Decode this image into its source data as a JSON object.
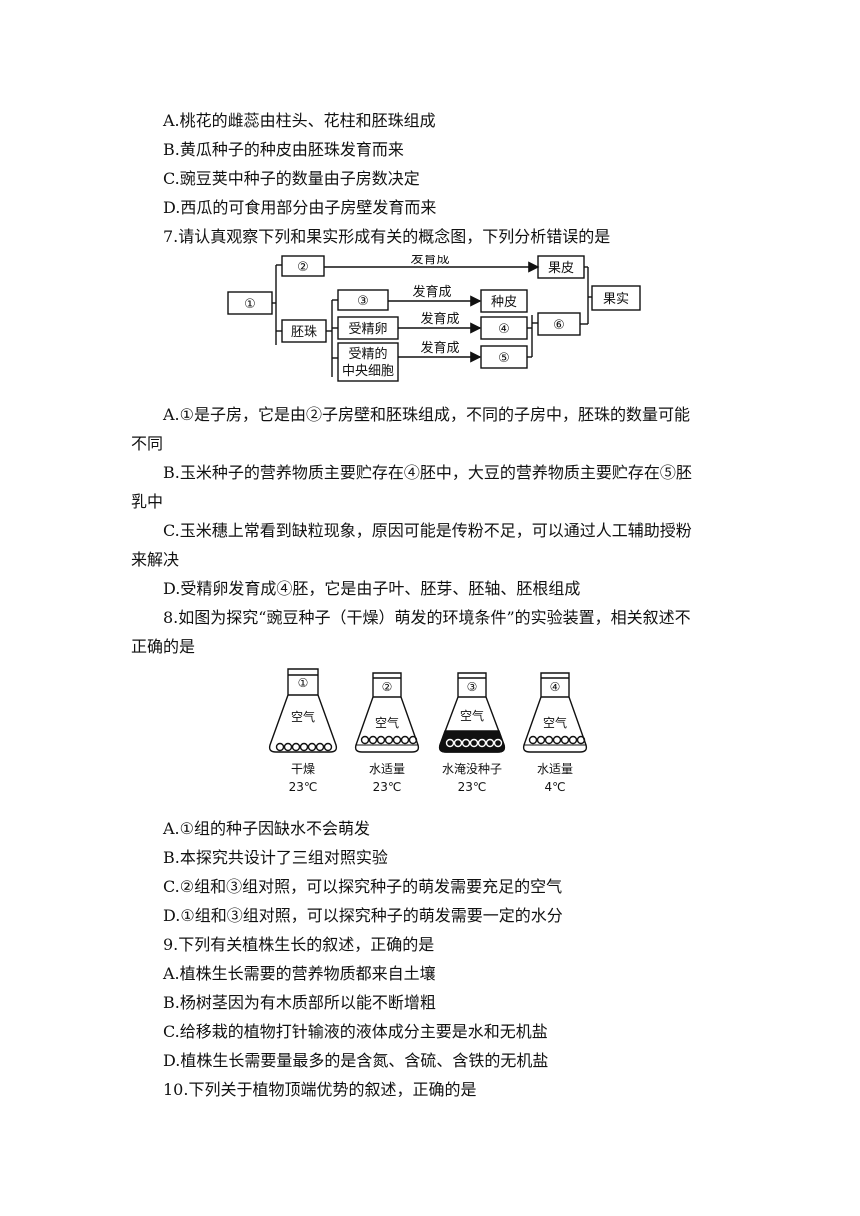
{
  "q6": {
    "options": [
      "A.桃花的雌蕊由柱头、花柱和胚珠组成",
      "B.黄瓜种子的种皮由胚珠发育而来",
      "C.豌豆荚中种子的数量由子房数决定",
      "D.西瓜的可食用部分由子房壁发育而来"
    ]
  },
  "q7": {
    "stem": "7.请认真观察下列和果实形成有关的概念图，下列分析错误的是",
    "diagram": {
      "node_1": "①",
      "node_2": "②",
      "node_ovule": "胚珠",
      "node_3": "③",
      "node_fert_egg": "受精卵",
      "node_fert_central_1": "受精的",
      "node_fert_central_2": "中央细胞",
      "arrow_label": "发育成",
      "node_peel": "果皮",
      "node_seedcoat": "种皮",
      "node_4": "④",
      "node_5": "⑤",
      "node_6": "⑥",
      "node_fruit": "果实"
    },
    "options": [
      "A.①是子房，它是由②子房壁和胚珠组成，不同的子房中，胚珠的数量可能",
      "不同",
      "B.玉米种子的营养物质主要贮存在④胚中，大豆的营养物质主要贮存在⑤胚",
      "乳中",
      "C.玉米穗上常看到缺粒现象，原因可能是传粉不足，可以通过人工辅助授粉",
      "来解决",
      "D.受精卵发育成④胚，它是由子叶、胚芽、胚轴、胚根组成"
    ]
  },
  "q8": {
    "stem_1": "8.如图为探究“豌豆种子（干燥）萌发的环境条件”的实验装置，相关叙述不",
    "stem_2": "正确的是",
    "flasks": [
      {
        "num": "①",
        "air": "空气",
        "cond": "干燥",
        "temp": "23℃"
      },
      {
        "num": "②",
        "air": "空气",
        "cond": "水适量",
        "temp": "23℃"
      },
      {
        "num": "③",
        "air": "空气",
        "cond": "水淹没种子",
        "temp": "23℃"
      },
      {
        "num": "④",
        "air": "空气",
        "cond": "水适量",
        "temp": "4℃"
      }
    ],
    "options": [
      "A.①组的种子因缺水不会萌发",
      "B.本探究共设计了三组对照实验",
      "C.②组和③组对照，可以探究种子的萌发需要充足的空气",
      "D.①组和③组对照，可以探究种子的萌发需要一定的水分"
    ]
  },
  "q9": {
    "stem": "9.下列有关植株生长的叙述，正确的是",
    "options": [
      "A.植株生长需要的营养物质都来自土壤",
      "B.杨树茎因为有木质部所以能不断增粗",
      "C.给移栽的植物打针输液的液体成分主要是水和无机盐",
      "D.植株生长需要量最多的是含氮、含硫、含铁的无机盐"
    ]
  },
  "q10": {
    "stem": "10.下列关于植物顶端优势的叙述，正确的是"
  }
}
